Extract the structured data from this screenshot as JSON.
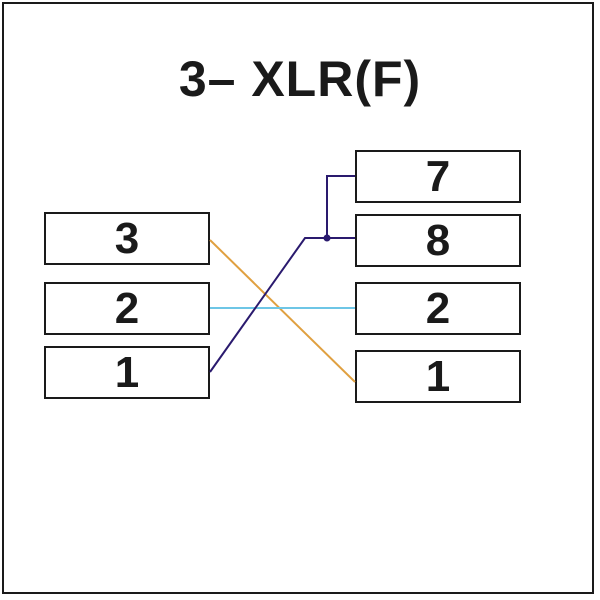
{
  "diagram": {
    "title": "3– XLR(F)",
    "left_pins": [
      {
        "label": "3"
      },
      {
        "label": "2"
      },
      {
        "label": "1"
      }
    ],
    "right_pins": [
      {
        "label": "7"
      },
      {
        "label": "8"
      },
      {
        "label": "2"
      },
      {
        "label": "1"
      }
    ],
    "connections": [
      {
        "from": "3",
        "to": "1",
        "color": "#e0a040"
      },
      {
        "from": "2",
        "to": "2",
        "color": "#6ec6e6"
      },
      {
        "from": "1",
        "to": "7 + 8",
        "color": "#2a1a6e"
      }
    ],
    "colors": {
      "border": "#1a1a1a",
      "wire_orange": "#e0a040",
      "wire_cyan": "#6ec6e6",
      "wire_purple": "#2a1a6e"
    }
  }
}
